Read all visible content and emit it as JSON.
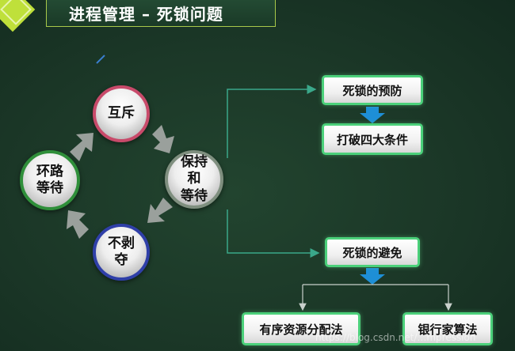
{
  "header": {
    "title": "进程管理 – 死锁问题",
    "accent_color": "#bfe03a"
  },
  "cycle": {
    "mutex": "互斥",
    "hold_wait_line1": "保持和",
    "hold_wait_line2": "等待",
    "no_preempt": "不剥夺",
    "circular_wait_line1": "环路",
    "circular_wait_line2": "等待"
  },
  "strategies": {
    "prevention": "死锁的预防",
    "break_four": "打破四大条件",
    "avoidance": "死锁的避免",
    "ordered_allocation": "有序资源分配法",
    "banker": "银行家算法"
  },
  "watermark": "https://blog.csdn.net/…mpression",
  "colors": {
    "box_border": "#4bd07a",
    "arrow_blue": "#1e8fd6",
    "mutex_ring": "#c84a6a",
    "hold_wait_ring": "#7f8f7f",
    "no_preempt_ring": "#2f3fa8",
    "circular_wait_ring": "#2f8f3a"
  }
}
